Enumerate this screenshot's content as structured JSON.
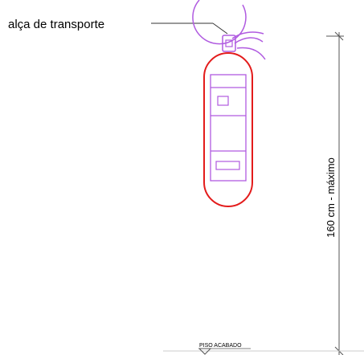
{
  "labels": {
    "carry_handle": "alça de transporte",
    "height_dimension": "160 cm - máximo",
    "floor": "PISO ACABADO"
  },
  "colors": {
    "extinguisher_outline": "#b05be0",
    "cylinder_outline": "#e31b1b",
    "dimension_line": "#555555",
    "leader_line": "#333333",
    "floor_line": "#cccccc"
  }
}
